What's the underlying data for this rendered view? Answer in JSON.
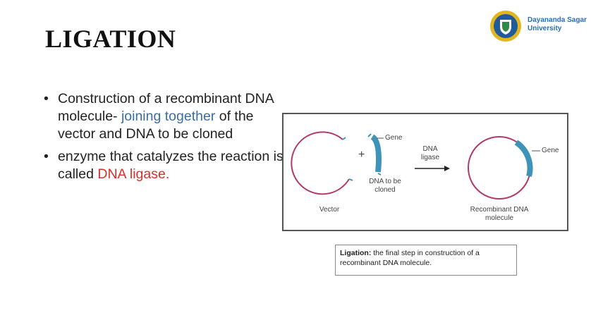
{
  "slide": {
    "title": "LIGATION",
    "logo": {
      "line1": "Dayananda Sagar",
      "line2": "University",
      "emblem": "university-seal-icon"
    },
    "bullets": [
      {
        "pre": "Construction of a recombinant DNA molecule- ",
        "highlight": "joining together",
        "post": " of the vector and DNA to be cloned"
      },
      {
        "pre": "enzyme that catalyzes the reaction is called ",
        "highlight": "DNA ligase.",
        "post": ""
      }
    ],
    "colors": {
      "blue": "#3a6ea5",
      "red": "#d9302c",
      "plasmid": "#b23a6b",
      "gene": "#3f93b8"
    }
  },
  "figure": {
    "vector_label": "Vector",
    "gene_label": "Gene",
    "insert_label": "DNA to be cloned",
    "plus": "+",
    "arrow_label": "DNA ligase",
    "product_label": "Recombinant DNA molecule",
    "product_gene_label": "Gene"
  },
  "caption": {
    "bold": "Ligation:",
    "text": " the final step in construction of a recombinant DNA molecule."
  }
}
